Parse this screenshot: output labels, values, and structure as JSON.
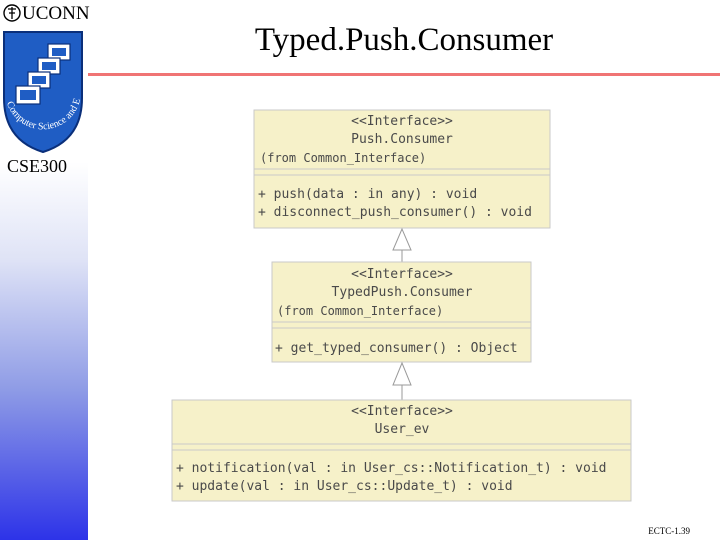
{
  "header": {
    "university": "UCONN",
    "title": "Typed.Push.Consumer",
    "course": "CSE300",
    "logo_text": "Computer Science and Engineering"
  },
  "diagram": {
    "classes": [
      {
        "stereotype": "<<Interface>>",
        "name": "Push.Consumer",
        "origin": "(from Common_Interface)",
        "operations": [
          "+ push(data : in any) : void",
          "+ disconnect_push_consumer() : void"
        ]
      },
      {
        "stereotype": "<<Interface>>",
        "name": "TypedPush.Consumer",
        "origin": "(from Common_Interface)",
        "operations": [
          "+ get_typed_consumer() : Object"
        ]
      },
      {
        "stereotype": "<<Interface>>",
        "name": "User_ev",
        "origin": "",
        "operations": [
          "+ notification(val : in User_cs::Notification_t) : void",
          "+ update(val : in User_cs::Update_t) : void"
        ]
      }
    ]
  },
  "footer": {
    "page_label": "ECTC-1.39"
  },
  "colors": {
    "class_fill": "#f6f1c9",
    "class_border": "#c9c9c9",
    "title_rule": "#f07474",
    "sidebar_bottom": "#2d33e8"
  }
}
